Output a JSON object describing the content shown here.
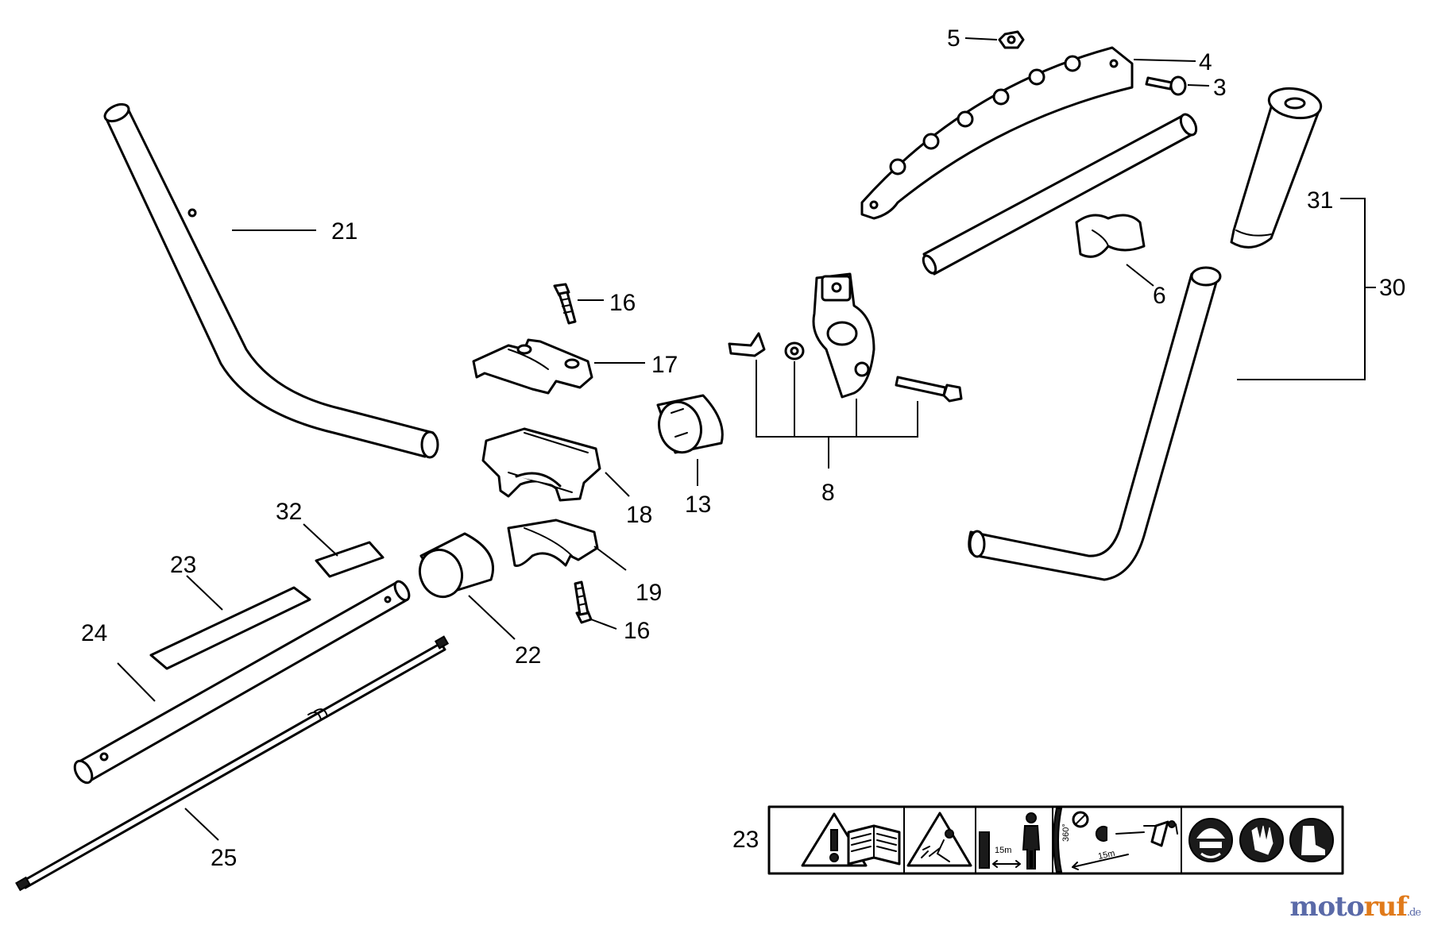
{
  "diagram": {
    "callouts": {
      "p5": "5",
      "p4": "4",
      "p3": "3",
      "p21": "21",
      "p31": "31",
      "p30": "30",
      "p6": "6",
      "p16a": "16",
      "p17": "17",
      "p8": "8",
      "p13": "13",
      "p18": "18",
      "p32": "32",
      "p23": "23",
      "p19": "19",
      "p16b": "16",
      "p24": "24",
      "p22": "22",
      "p25": "25",
      "p23_label": "23"
    },
    "label_strip": {
      "distance_1": "15m",
      "distance_2": "15m",
      "angle": "360°"
    }
  },
  "watermark": {
    "part1": "motoruf",
    "part2": ".de",
    "brand_colors": [
      "#5a6aa8",
      "#e07a1a"
    ]
  }
}
